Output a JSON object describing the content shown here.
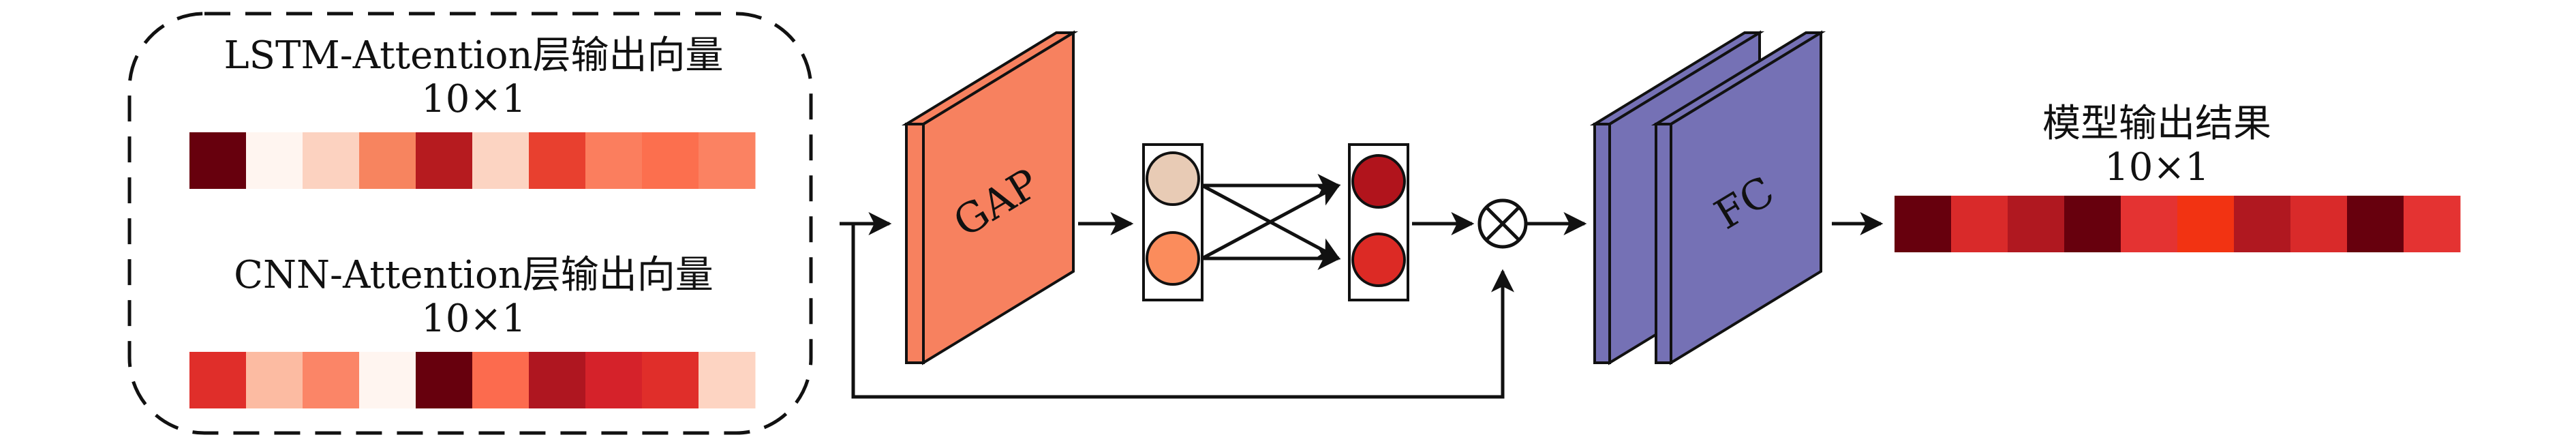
{
  "diagram": {
    "lstm_label": "LSTM-Attention层输出向量",
    "lstm_dim": "10×1",
    "cnn_label": "CNN-Attention层输出向量",
    "cnn_dim": "10×1",
    "gap_label": "GAP",
    "fc_label": "FC",
    "output_label": "模型输出结果",
    "output_dim": "10×1",
    "multiply_symbol": "⊗"
  },
  "vectors": {
    "lstm_colors": [
      "#67000d",
      "#fff5f0",
      "#fcd2c0",
      "#f7845f",
      "#b61b1f",
      "#fcd4c2",
      "#e8402f",
      "#fb7e5e",
      "#fc6f4e",
      "#fb8262"
    ],
    "cnn_colors": [
      "#e02e2a",
      "#fcbba2",
      "#fb8567",
      "#fff5f0",
      "#67000d",
      "#fc6b4e",
      "#af1620",
      "#d5222a",
      "#e02e2a",
      "#fdd4c2"
    ],
    "output_colors": [
      "#67000d",
      "#d92a2a",
      "#b01820",
      "#67000d",
      "#e43332",
      "#f23312",
      "#b01820",
      "#d92a2a",
      "#67000d",
      "#e43332"
    ]
  },
  "colors": {
    "gap_fill": "#f7815f",
    "fc_fill": "#7571b5",
    "node_beige": "#e8cbb5",
    "node_orange": "#fb8c5c",
    "node_red_dark": "#b1141c",
    "node_red": "#dc2a25",
    "stroke": "#111111"
  }
}
